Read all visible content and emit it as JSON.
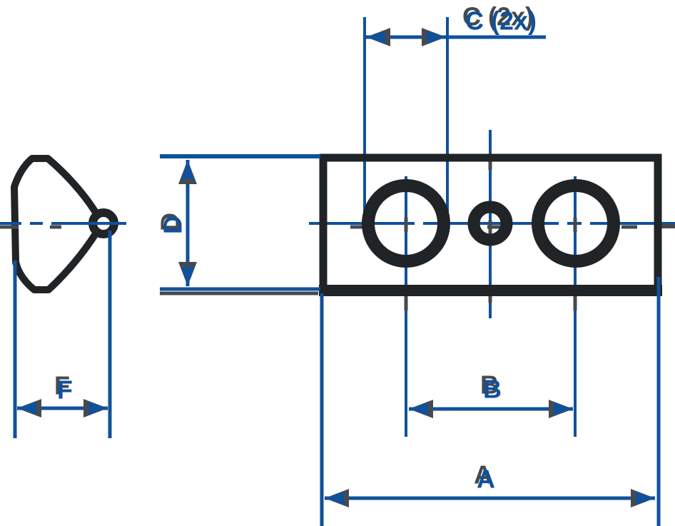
{
  "drawing": {
    "labels": {
      "dim_a": "A",
      "dim_b": "B",
      "dim_c": "C (2x)",
      "dim_d": "D",
      "dim_f": "F"
    },
    "colors": {
      "dimension_blue": "#10519c",
      "geometry_dark": "#212426",
      "artifact_gray": "#46494d",
      "background": "#ffffff"
    }
  }
}
